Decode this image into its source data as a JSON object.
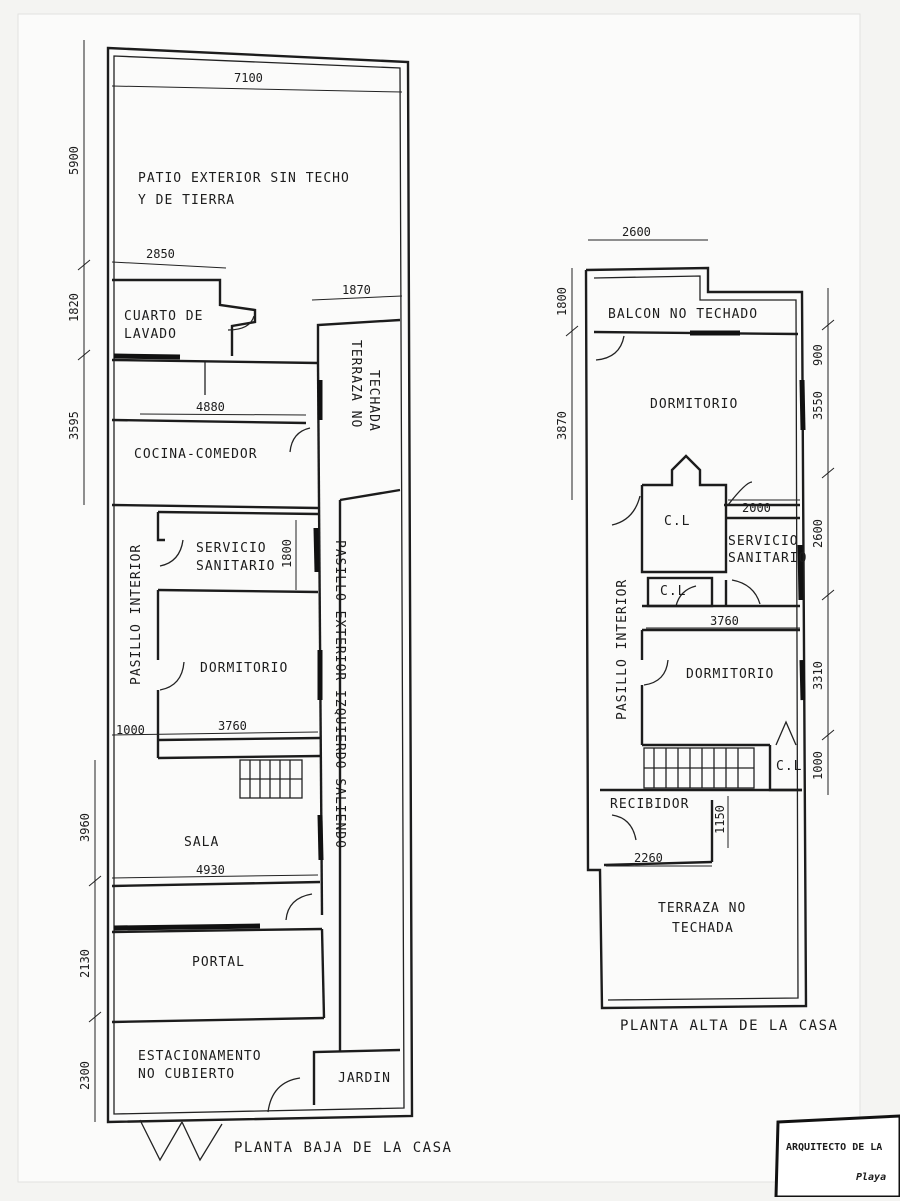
{
  "ground_floor": {
    "caption": "PLANTA BAJA DE LA CASA",
    "rooms": {
      "patio_line1": "PATIO EXTERIOR SIN TECHO",
      "patio_line2": "Y DE TIERRA",
      "laundry_line1": "CUARTO DE",
      "laundry_line2": "LAVADO",
      "terrace_line1": "TERRAZA NO",
      "terrace_line2": "TECHADA",
      "kitchen": "COCINA-COMEDOR",
      "bathroom_line1": "SERVICIO",
      "bathroom_line2": "SANITARIO",
      "hallway": "PASILLO INTERIOR",
      "bedroom": "DORMITORIO",
      "outer_hallway": "PASILLO EXTERIOR IZQUIERDO SALIENDO",
      "living": "SALA",
      "porch": "PORTAL",
      "parking_line1": "ESTACIONAMENTO",
      "parking_line2": "NO CUBIERTO",
      "garden": "JARDIN"
    },
    "dimensions": {
      "top_width": "7100",
      "left_patio": "5900",
      "laundry_width": "2850",
      "laundry_height": "1820",
      "terrace_width": "1870",
      "kitchen_height": "3595",
      "kitchen_width": "4880",
      "bathroom_height": "1800",
      "hall_width": "1000",
      "bedroom_width": "3760",
      "living_height": "3960",
      "living_width": "4930",
      "porch_height": "2130",
      "parking_height": "2300"
    }
  },
  "upper_floor": {
    "caption": "PLANTA ALTA DE LA CASA",
    "rooms": {
      "balcony": "BALCON NO TECHADO",
      "bedroom1": "DORMITORIO",
      "closet": "C.L",
      "bathroom_line1": "SERVICIO",
      "bathroom_line2": "SANITARIO",
      "hallway": "PASILLO INTERIOR",
      "bedroom2": "DORMITORIO",
      "landing": "RECIBIDOR",
      "terrace_line1": "TERRAZA NO",
      "terrace_line2": "TECHADA"
    },
    "dimensions": {
      "top_width": "2600",
      "balcony_height": "1800",
      "bedroom_left_height": "3870",
      "bedroom_right_top": "900",
      "bedroom_right_height": "3550",
      "bathroom_width": "2000",
      "bathroom_height": "2600",
      "bedroom2_width": "3760",
      "bedroom2_height": "3310",
      "closet_height": "1000",
      "landing_height": "1150",
      "landing_width": "2260"
    }
  },
  "stamp": {
    "line1": "ARQUITECTO DE LA",
    "line2": "Playa"
  }
}
